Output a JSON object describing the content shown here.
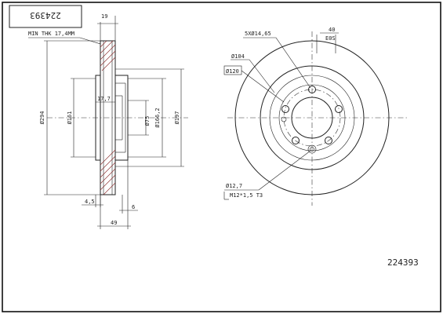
{
  "part_number": "224393",
  "part_number_box": "224393",
  "side_view": {
    "min_thickness_label": "MIN THK 17,4MM",
    "dim_thickness_top": "19",
    "dim_outer_diameter": "Ø294",
    "dim_hub_diameter": "Ø161",
    "dim_hat_height": "17,7",
    "dim_bore": "Ø75",
    "dim_inner_diameter": "Ø166,2",
    "dim_friction_diameter": "Ø197",
    "dim_offset": "4,5",
    "dim_hat_thickness": "6",
    "dim_total_height": "49"
  },
  "front_view": {
    "bolt_pattern": "5XØ14,65",
    "angle": "40",
    "angle_ref": "E0S",
    "hole_circle": "Ø104",
    "pcd": "Ø120",
    "center_hole": "Ø12,7",
    "thread": "M12*1,5 T3"
  },
  "colors": {
    "line": "#222222",
    "hatch": "#8a2a2a"
  }
}
